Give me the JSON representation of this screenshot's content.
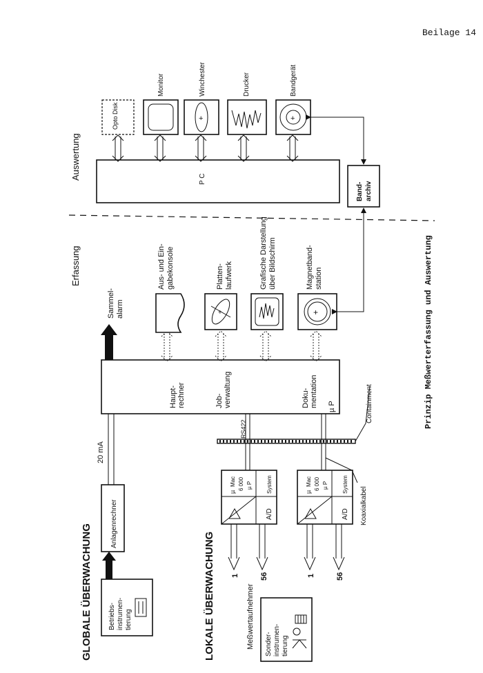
{
  "page": {
    "beilage": "Beilage 14"
  },
  "caption": "Prinzip Meßwerterfassung und Auswertung",
  "sections": {
    "global": "GLOBALE ÜBERWACHUNG",
    "local": "LOKALE ÜBERWACHUNG",
    "erfassung": "Erfassung",
    "auswertung": "Auswertung"
  },
  "global": {
    "betriebs": [
      "Betriebs-",
      "instrumen-",
      "tierung"
    ],
    "anlagenrechner": "Anlagenrechner",
    "current": "20 mA",
    "sammelalarm": [
      "Sammel-",
      "alarm"
    ]
  },
  "hauptrechner": {
    "labels": [
      [
        "Haupt-",
        "rechner"
      ],
      [
        "Job-",
        "verwaltung"
      ],
      [
        "Doku-",
        "mentation"
      ]
    ],
    "up": "µ P"
  },
  "erfassung_devices": [
    {
      "label": [
        "Aus- und Ein-",
        "gabekonsole"
      ]
    },
    {
      "label": [
        "Platten-",
        "laufwerk"
      ]
    },
    {
      "label": [
        "Grafische Darstellung",
        "über Bildschirm"
      ]
    },
    {
      "label": [
        "Magnetband-",
        "station"
      ]
    }
  ],
  "auswertung": {
    "pc": "P C",
    "bandarchiv": [
      "Band-",
      "archiv"
    ],
    "devices": [
      {
        "label": "Opto Disk"
      },
      {
        "label": "Monitor"
      },
      {
        "label": "Winchester"
      },
      {
        "label": "Drucker"
      },
      {
        "label": "Bandgerät"
      }
    ]
  },
  "bus": {
    "rs422": "RS422",
    "containment": "Containment",
    "koaxialkabel": "Koaxialkabel"
  },
  "systems": [
    {
      "mu": "µ",
      "mac": "Mac",
      "num": "6 000",
      "up": "µ  P",
      "system": "System",
      "ad": "A/D"
    },
    {
      "mu": "µ",
      "mac": "Mac",
      "num": "6 000",
      "up": "µ  P",
      "system": "System",
      "ad": "A/D"
    }
  ],
  "sensors": {
    "first": "1",
    "last": "56",
    "label": "Meßwertaufnehmer"
  },
  "sonder": [
    "Sonder-",
    "instrumen-",
    "tierung"
  ]
}
